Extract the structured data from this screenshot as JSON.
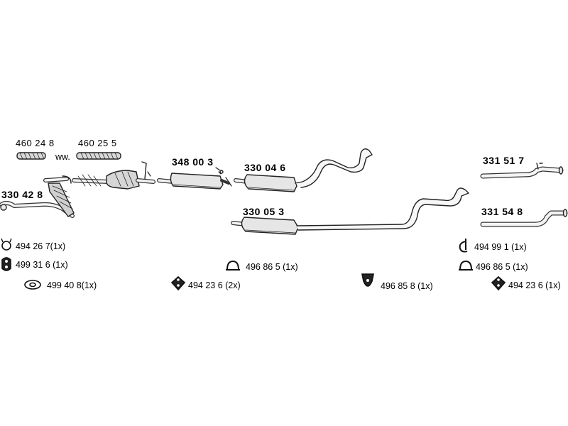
{
  "parts": {
    "p460248": "460 24 8",
    "ww": "ww.",
    "p460255": "460 25 5",
    "p348003": "348 00 3",
    "p330046": "330 04 6",
    "p330428": "330 42 8",
    "p330053": "330 05 3",
    "p331517": "331 51 7",
    "p331548": "331 54 8"
  },
  "fittings": {
    "f494267": "494 26 7(1x)",
    "f499316": "499 31 6 (1x)",
    "f499408": "499 40 8(1x)",
    "f494236a": "494 23 6 (2x)",
    "f496865a": "496 86 5 (1x)",
    "f496858": "496 85 8 (1x)",
    "f494991": "494 99 1 (1x)",
    "f496865b": "496 86 5 (1x)",
    "f494236b": "494 23 6 (1x)"
  },
  "icons": [
    "clamp-ring-icon",
    "mounting-rubber-icon",
    "gasket-icon",
    "rubber-block-icon",
    "hanger-icon",
    "bracket-icon",
    "clamp-icon"
  ]
}
